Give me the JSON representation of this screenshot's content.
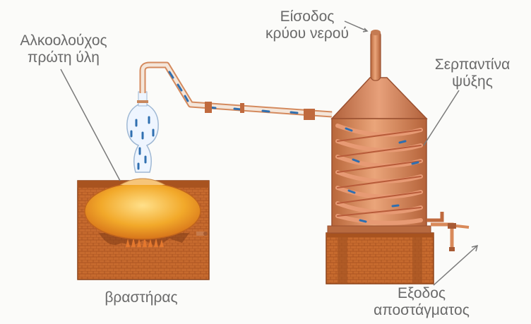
{
  "labels": {
    "raw_material_line1": "Αλκοολούχος",
    "raw_material_line2": "πρώτη ύλη",
    "cold_water_line1": "Είσοδος",
    "cold_water_line2": "κρύου νερού",
    "cooling_coil_line1": "Σερπαντίνα",
    "cooling_coil_line2": "ψύξης",
    "boiler": "βραστήρας",
    "distillate_line1": "Εξοδος",
    "distillate_line2": "αποστάγματος"
  },
  "colors": {
    "brick": "#c2622a",
    "brick_dark": "#9a4a1f",
    "copper": "#d98a5a",
    "copper_dark": "#a85a34",
    "liquid": "#f2a92a",
    "vapor_dash": "#2f6fb0",
    "label": "#6a6a6a",
    "pointer": "#7a7a7a"
  }
}
